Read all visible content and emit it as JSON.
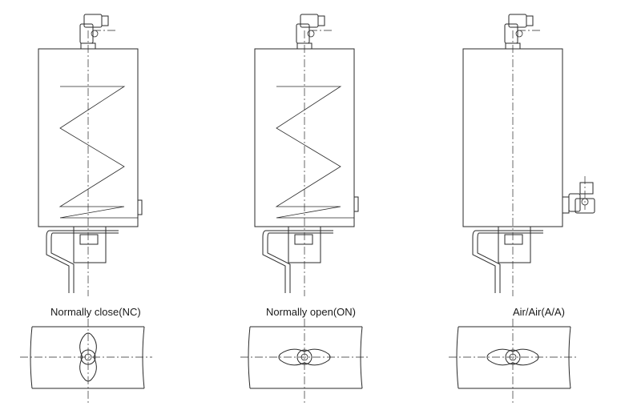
{
  "diagram": {
    "actuators": [
      {
        "id": "nc",
        "label": "Normally close(NC)",
        "has_spring": true,
        "side_port": false,
        "handle": "vertical"
      },
      {
        "id": "no",
        "label": "Normally open(ON)",
        "has_spring": true,
        "side_port": false,
        "handle": "horizontal"
      },
      {
        "id": "aa",
        "label": "Air/Air(A/A)",
        "has_spring": false,
        "side_port": true,
        "handle": "horizontal"
      }
    ],
    "line_color": "#2a2a2a"
  }
}
